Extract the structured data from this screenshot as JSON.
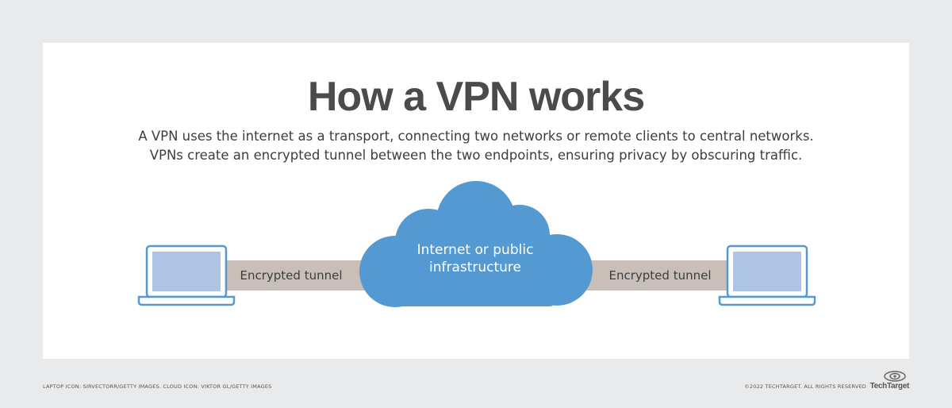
{
  "title": "How a VPN works",
  "subtitle": {
    "line1": "A VPN uses the internet as a transport, connecting two networks or remote clients to central networks.",
    "line2": "VPNs create an encrypted tunnel between the two endpoints, ensuring privacy by obscuring traffic."
  },
  "diagram": {
    "left_tunnel_label": "Encrypted tunnel",
    "right_tunnel_label": "Encrypted tunnel",
    "cloud_label_line1": "Internet or public",
    "cloud_label_line2": "infrastructure",
    "left_icon": "laptop-icon",
    "right_icon": "laptop-icon",
    "cloud_icon": "cloud-icon"
  },
  "colors": {
    "cloud": "#5599d2",
    "tunnel": "#c9bfb8",
    "laptop_screen": "#aec4e3",
    "laptop_outline": "#5599d2",
    "title": "#4a4b4d"
  },
  "footer": {
    "credit_left": "LAPTOP ICON: SIRVECTORR/GETTY IMAGES. CLOUD ICON: VIKTOR GL/GETTY IMAGES",
    "copyright": "©2022 TECHTARGET. ALL RIGHTS RESERVED",
    "logo_text": "TechTarget"
  }
}
